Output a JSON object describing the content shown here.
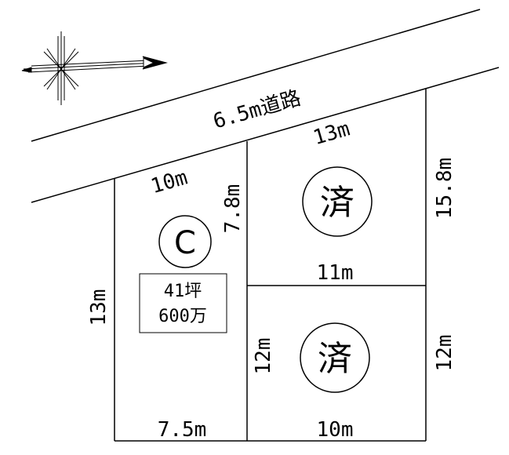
{
  "road": {
    "label": "6.5m道路"
  },
  "compass": {
    "icon": "north-arrow-compass-rose"
  },
  "lots": [
    {
      "id": "C",
      "status": "available",
      "area": "41坪",
      "price": "600万",
      "dimensions": {
        "top": "10m",
        "right": "7.8m",
        "left": "13m",
        "bottom": "7.5m"
      }
    },
    {
      "id": "upper-right",
      "status": "sold",
      "status_mark": "済",
      "dimensions": {
        "top": "13m",
        "right": "15.8m",
        "bottom": "11m"
      }
    },
    {
      "id": "lower-right",
      "status": "sold",
      "status_mark": "済",
      "dimensions": {
        "left": "12m",
        "right": "12m",
        "bottom": "10m"
      }
    }
  ]
}
